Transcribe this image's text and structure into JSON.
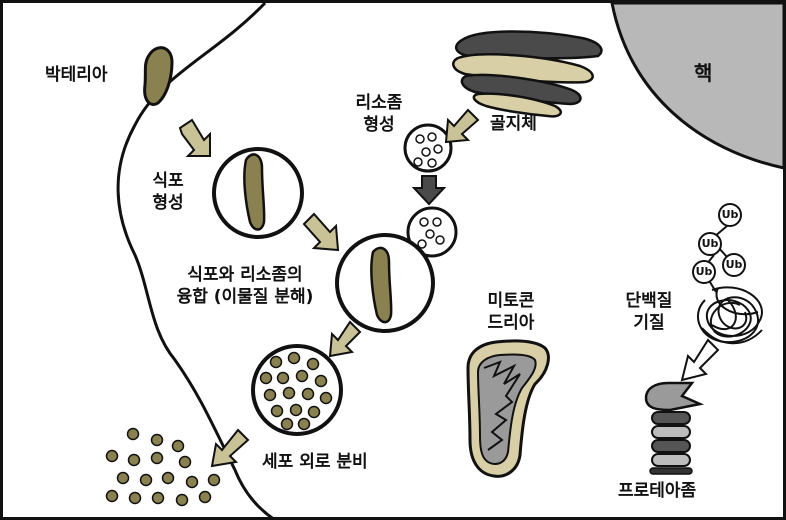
{
  "labels": {
    "bacteria": "박테리아",
    "nucleus": "핵",
    "golgi": "골지체",
    "lysosome_formation": [
      "리소좀",
      "형성"
    ],
    "phagosome_formation": [
      "식포",
      "형성"
    ],
    "fusion": [
      "식포와 리소좀의",
      "융합 (이물질 분해)"
    ],
    "mitochondria": [
      "미토콘",
      "드리아"
    ],
    "protein_substrate": [
      "단백질",
      "기질"
    ],
    "exocytosis": "세포 외로 분비",
    "proteasome": "프로테아좀",
    "ubiquitin": [
      "Ub",
      "Ub",
      "Ub",
      "Ub"
    ]
  },
  "colors": {
    "olive": "#8a8150",
    "olive_dark": "#6e6a3c",
    "nucleus_gray": "#b8b8b8",
    "golgi_dark": "#4a4a4a",
    "golgi_beige": "#d9cfa6",
    "arrow_fill": "#c8c296",
    "outline": "#111111"
  }
}
